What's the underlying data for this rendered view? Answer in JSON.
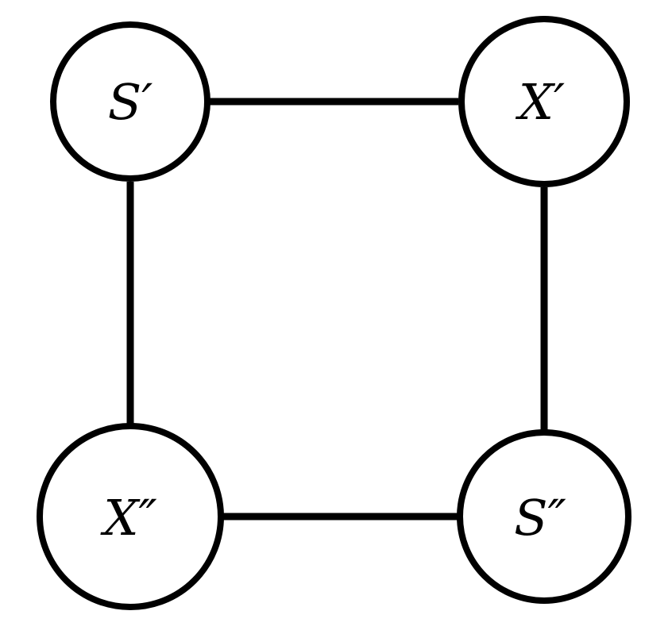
{
  "nodes": [
    {
      "id": "s-prime",
      "label": "S′"
    },
    {
      "id": "x-prime",
      "label": "X′"
    },
    {
      "id": "x-double-prime",
      "label": "X″"
    },
    {
      "id": "s-double-prime",
      "label": "S″"
    }
  ],
  "edges": [
    {
      "from": "S′",
      "to": "X′"
    },
    {
      "from": "S′",
      "to": "X″"
    },
    {
      "from": "X′",
      "to": "S″"
    },
    {
      "from": "X″",
      "to": "S″"
    }
  ],
  "colors": {
    "stroke": "#000000",
    "fill": "#ffffff"
  }
}
